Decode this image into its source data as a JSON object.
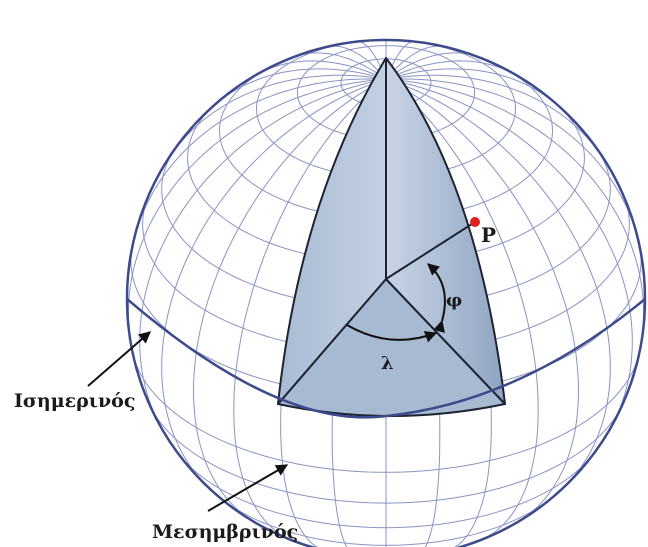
{
  "diagram": {
    "point_label": "P",
    "latitude_symbol": "φ",
    "longitude_symbol": "λ",
    "equator_label": "Ισημερινός",
    "meridian_label": "Μεσημβρινός"
  },
  "colors": {
    "grid": "#8a93c4",
    "outline": "#3d4a8c",
    "cutaway_light": "#b9c8dc",
    "cutaway_dark": "#8da2bf",
    "edge": "#1c2433",
    "point": "#e02020"
  }
}
